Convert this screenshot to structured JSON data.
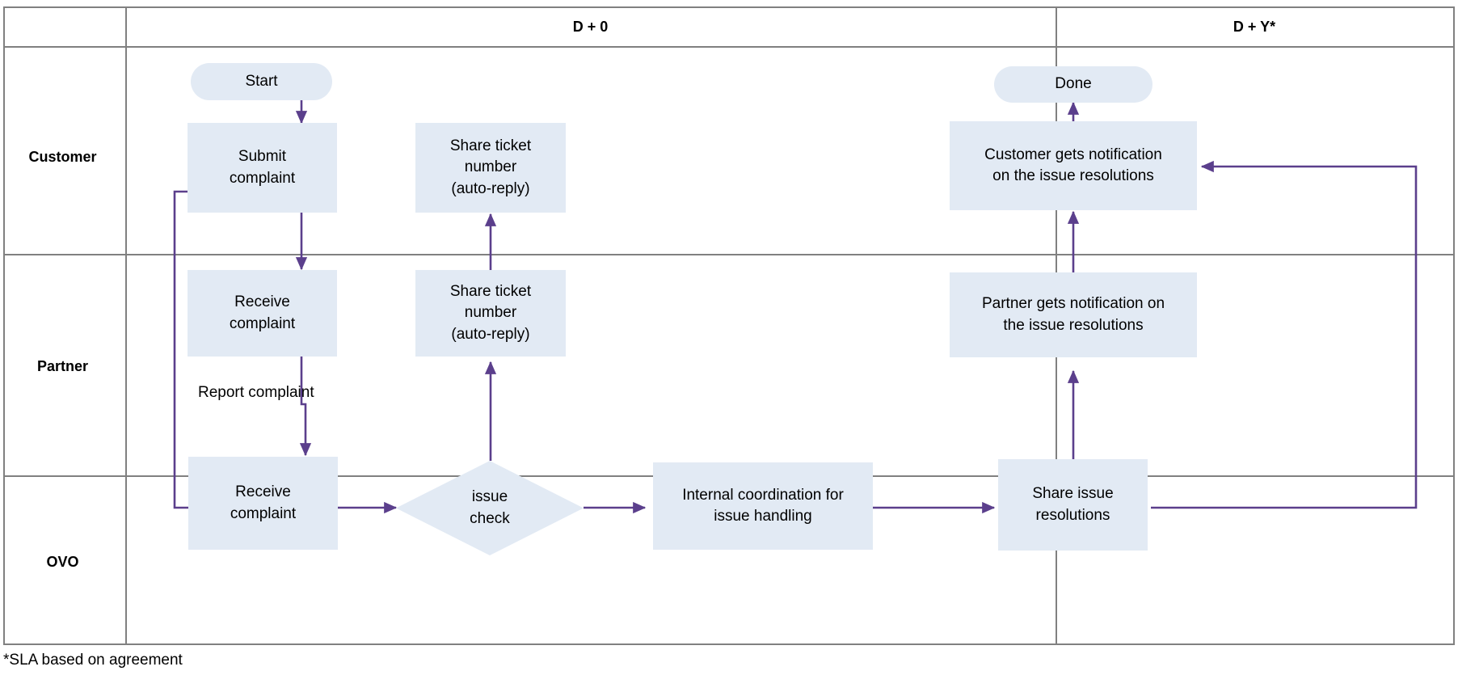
{
  "diagram": {
    "title_phases": [
      {
        "id": "phase-d0",
        "label": "D + 0"
      },
      {
        "id": "phase-dy",
        "label": "D + Y*"
      }
    ],
    "lanes": [
      {
        "id": "lane-customer",
        "label": "Customer"
      },
      {
        "id": "lane-partner",
        "label": "Partner"
      },
      {
        "id": "lane-ovo",
        "label": "OVO"
      }
    ],
    "nodes": {
      "start": "Start",
      "submit_complaint": "Submit\ncomplaint",
      "share_ticket_customer": "Share ticket\nnumber\n(auto-reply)",
      "done": "Done",
      "customer_notification": "Customer gets notification\non the issue resolutions",
      "receive_complaint_partner": "Receive\ncomplaint",
      "share_ticket_partner": "Share ticket\nnumber\n(auto-reply)",
      "partner_notification": "Partner gets notification on\nthe issue resolutions",
      "receive_complaint_ovo": "Receive\ncomplaint",
      "issue_check": "issue\ncheck",
      "internal_coordination": "Internal coordination for\nissue handling",
      "share_issue_resolutions": "Share issue\nresolutions"
    },
    "edge_labels": {
      "report_complaint": "Report complaint"
    },
    "footnote": "*SLA based on agreement",
    "colors": {
      "node_fill": "#e2eaf4",
      "connector": "#5b3f8c",
      "grid": "#808080",
      "text": "#000000",
      "background": "#ffffff"
    }
  }
}
